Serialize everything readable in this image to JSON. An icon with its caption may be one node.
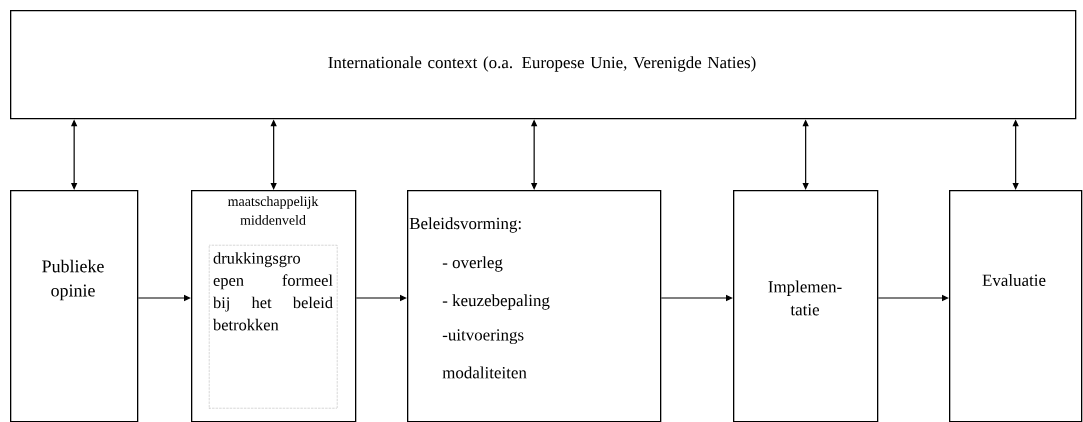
{
  "diagram": {
    "nodes": [
      {
        "text": [
          "Internationale context (o.a. Europese Unie, Verenigde Naties)"
        ]
      },
      {
        "text": [
          "Publieke opinie"
        ]
      },
      {
        "text": [
          "maatschappelijk middenveld"
        ]
      },
      {
        "text": [
          "drukkingsgro epen formeel bij het beleid betrokken"
        ],
        "in": 2
      },
      {
        "text": [
          "Beleidsvorming:",
          "- overleg",
          "- keuzebepaling",
          "-uitvoerings modaliteiten"
        ]
      },
      {
        "text": [
          "Implemen- tatie"
        ]
      },
      {
        "text": [
          "Evaluatie"
        ]
      }
    ],
    "edges": [
      {
        "from": 0,
        "to": 1,
        "arrow": "both"
      },
      {
        "from": 0,
        "to": 2,
        "arrow": "both"
      },
      {
        "from": 0,
        "to": 4,
        "arrow": "both"
      },
      {
        "from": 0,
        "to": 5,
        "arrow": "both"
      },
      {
        "from": 0,
        "to": 6,
        "arrow": "both"
      },
      {
        "from": 1,
        "to": 2,
        "arrow": "to"
      },
      {
        "from": 2,
        "to": 4,
        "arrow": "to"
      },
      {
        "from": 4,
        "to": 5,
        "arrow": "to"
      },
      {
        "from": 5,
        "to": 6,
        "arrow": "to"
      }
    ]
  }
}
